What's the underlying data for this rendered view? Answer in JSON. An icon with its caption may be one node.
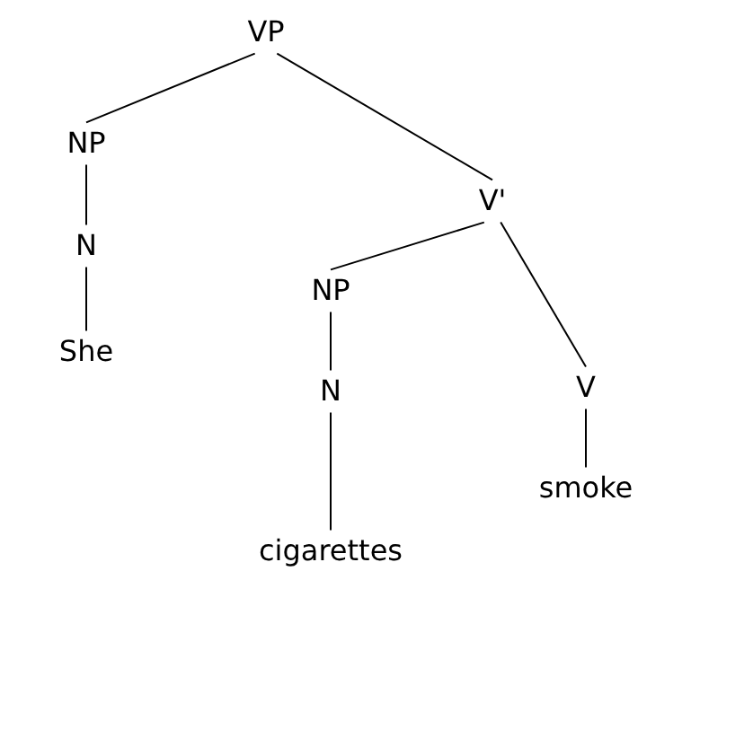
{
  "diagram": {
    "nodes": [
      {
        "text": [
          "VP"
        ]
      },
      {
        "text": [
          "NP"
        ]
      },
      {
        "text": [
          "N"
        ]
      },
      {
        "text": [
          "She"
        ]
      },
      {
        "text": [
          "V'"
        ]
      },
      {
        "text": [
          "NP"
        ]
      },
      {
        "text": [
          "N"
        ]
      },
      {
        "text": [
          "cigarettes"
        ]
      },
      {
        "text": [
          "V"
        ]
      },
      {
        "text": [
          "smoke"
        ]
      }
    ],
    "edges": [
      {
        "from": 0,
        "to": 1,
        "arrow": "none"
      },
      {
        "from": 0,
        "to": 4,
        "arrow": "none"
      },
      {
        "from": 1,
        "to": 2,
        "arrow": "none"
      },
      {
        "from": 2,
        "to": 3,
        "arrow": "none"
      },
      {
        "from": 4,
        "to": 5,
        "arrow": "none"
      },
      {
        "from": 4,
        "to": 8,
        "arrow": "none"
      },
      {
        "from": 5,
        "to": 6,
        "arrow": "none"
      },
      {
        "from": 6,
        "to": 7,
        "arrow": "none"
      },
      {
        "from": 8,
        "to": 9,
        "arrow": "none"
      }
    ]
  }
}
